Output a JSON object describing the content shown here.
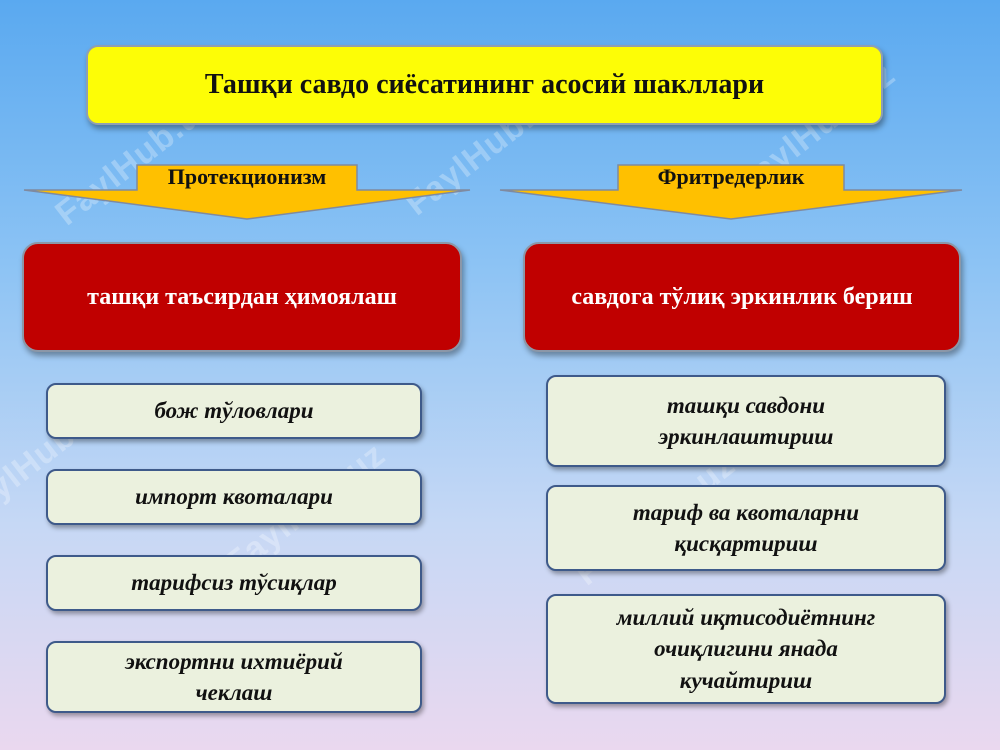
{
  "title": "Ташқи савдо сиёсатининг асосий шакллари",
  "watermark": "FaylHub.uz",
  "left": {
    "arrow_label": "Протекционизм",
    "main": "ташқи таъсирдан ҳимоялаш",
    "items": [
      "бож тўловлари",
      "импорт квоталари",
      "тарифсиз тўсиқлар",
      "экспортни ихтиёрий\nчеклаш"
    ]
  },
  "right": {
    "arrow_label": "Фритредерлик",
    "main": "савдога тўлиқ эркинлик бериш",
    "items": [
      "ташқи савдони\nэркинлаштириш",
      "тариф ва квоталарни\nқисқартириш",
      "миллий иқтисодиётнинг\nочиқлигини янада\nкучайтириш"
    ]
  },
  "colors": {
    "title_bg": "#fdfd06",
    "arrow_fill": "#ffc000",
    "main_box_bg": "#c00000",
    "item_box_bg": "#ebf1de",
    "item_border": "#3e5a8a"
  }
}
